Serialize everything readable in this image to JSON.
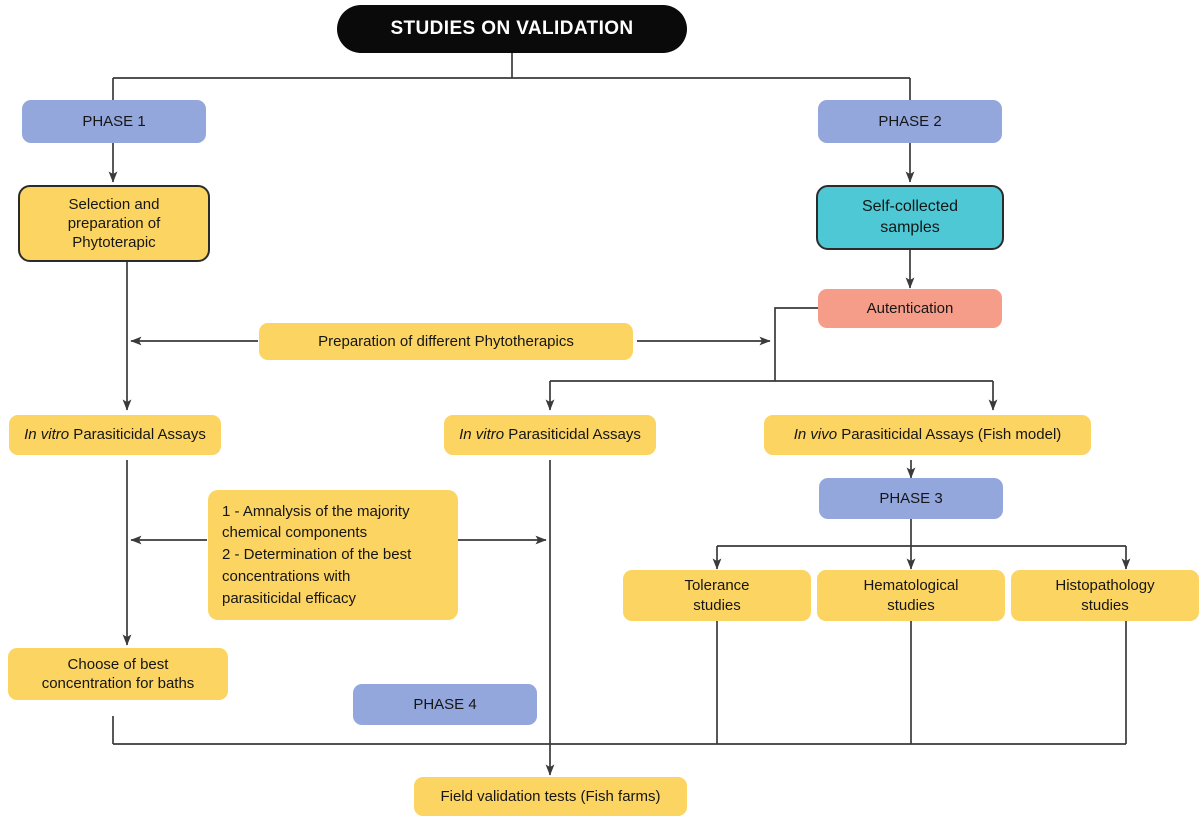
{
  "diagram": {
    "title": "STUDIES ON VALIDATION",
    "type": "flowchart",
    "colors": {
      "title_bg": "#0a0a0a",
      "title_fg": "#ffffff",
      "phase_bg": "#93a7dc",
      "yellow_bg": "#fcd462",
      "teal_bg": "#4ec8d4",
      "salmon_bg": "#f59d89",
      "connector": "#3a3a3a",
      "outline": "#2b2b2b",
      "page_bg": "#ffffff"
    },
    "nodes": {
      "root": {
        "label": "STUDIES ON VALIDATION"
      },
      "phase1": {
        "label": "PHASE 1"
      },
      "phase2": {
        "label": "PHASE 2"
      },
      "phase3": {
        "label": "PHASE 3"
      },
      "phase4": {
        "label": "PHASE 4"
      },
      "selection": {
        "label": "Selection and\npreparation of\nPhytoterapic"
      },
      "self_collected": {
        "label": "Self-collected\nsamples"
      },
      "autentication": {
        "label": "Autentication"
      },
      "preparation": {
        "label": "Preparation of different Phytotherapics"
      },
      "invitro_left": {
        "italic": "In vitro",
        "rest": " Parasiticidal Assays"
      },
      "invitro_mid": {
        "italic": "In vitro",
        "rest": " Parasiticidal Assays"
      },
      "invivo_right": {
        "italic": "In vivo",
        "rest": " Parasiticidal Assays (Fish model)"
      },
      "analysis": {
        "label": "1 - Amnalysis of the majority\nchemical components\n2 - Determination of the best\nconcentrations with\nparasiticidal efficacy"
      },
      "tolerance": {
        "label": "Tolerance\nstudies"
      },
      "hematological": {
        "label": "Hematological\nstudies"
      },
      "histopathology": {
        "label": "Histopathology\nstudies"
      },
      "choose_best": {
        "label": "Choose of best\nconcentration for baths"
      },
      "field_validation": {
        "label": "Field validation tests (Fish farms)"
      }
    }
  }
}
